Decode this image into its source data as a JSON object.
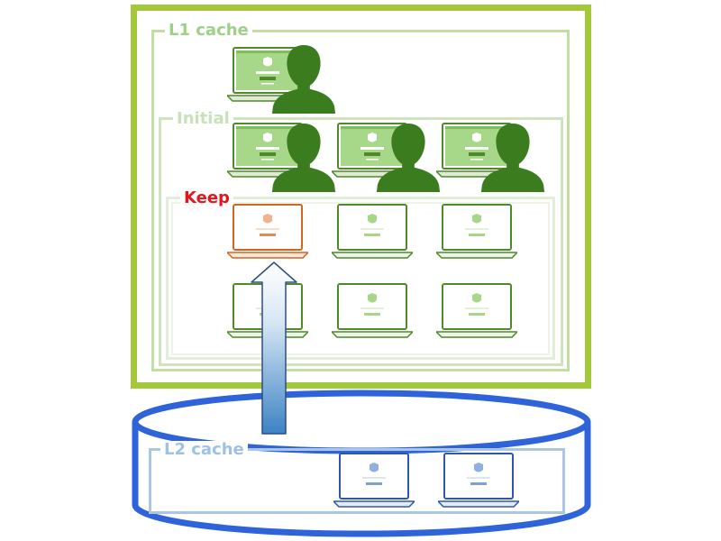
{
  "colors": {
    "l1_outer": "#a3c93a",
    "l1_frame": "#c2dea3",
    "l1_label": "#9fd08a",
    "initial_frame": "#cfe3bf",
    "keep_frame": "#e2efd8",
    "keep_label": "#e8141c",
    "l2_cylinder": "#2e63d9",
    "l2_frame": "#a9c6e6",
    "l2_label": "#9ec2e6",
    "laptop_green": "#4f8a2a",
    "laptop_orange": "#d0661f",
    "laptop_blue": "#2f57a8",
    "user_silhouette": "#3b7d1e",
    "arrow_fill_top": "#ffffff",
    "arrow_fill_bottom": "#3d82c4",
    "arrow_stroke": "#2c4f7c"
  },
  "icons": {
    "user": "person-silhouette-icon",
    "laptop": "laptop-icon"
  },
  "l1": {
    "label": "L1 cache",
    "active_users": 1
  },
  "initial": {
    "label": "Initial",
    "active_users": 3
  },
  "keep": {
    "label": "Keep",
    "laptops_per_row": 3,
    "rows": 2,
    "highlighted": "row-1-col-1"
  },
  "l2": {
    "label": "L2 cache",
    "laptops": 2
  }
}
